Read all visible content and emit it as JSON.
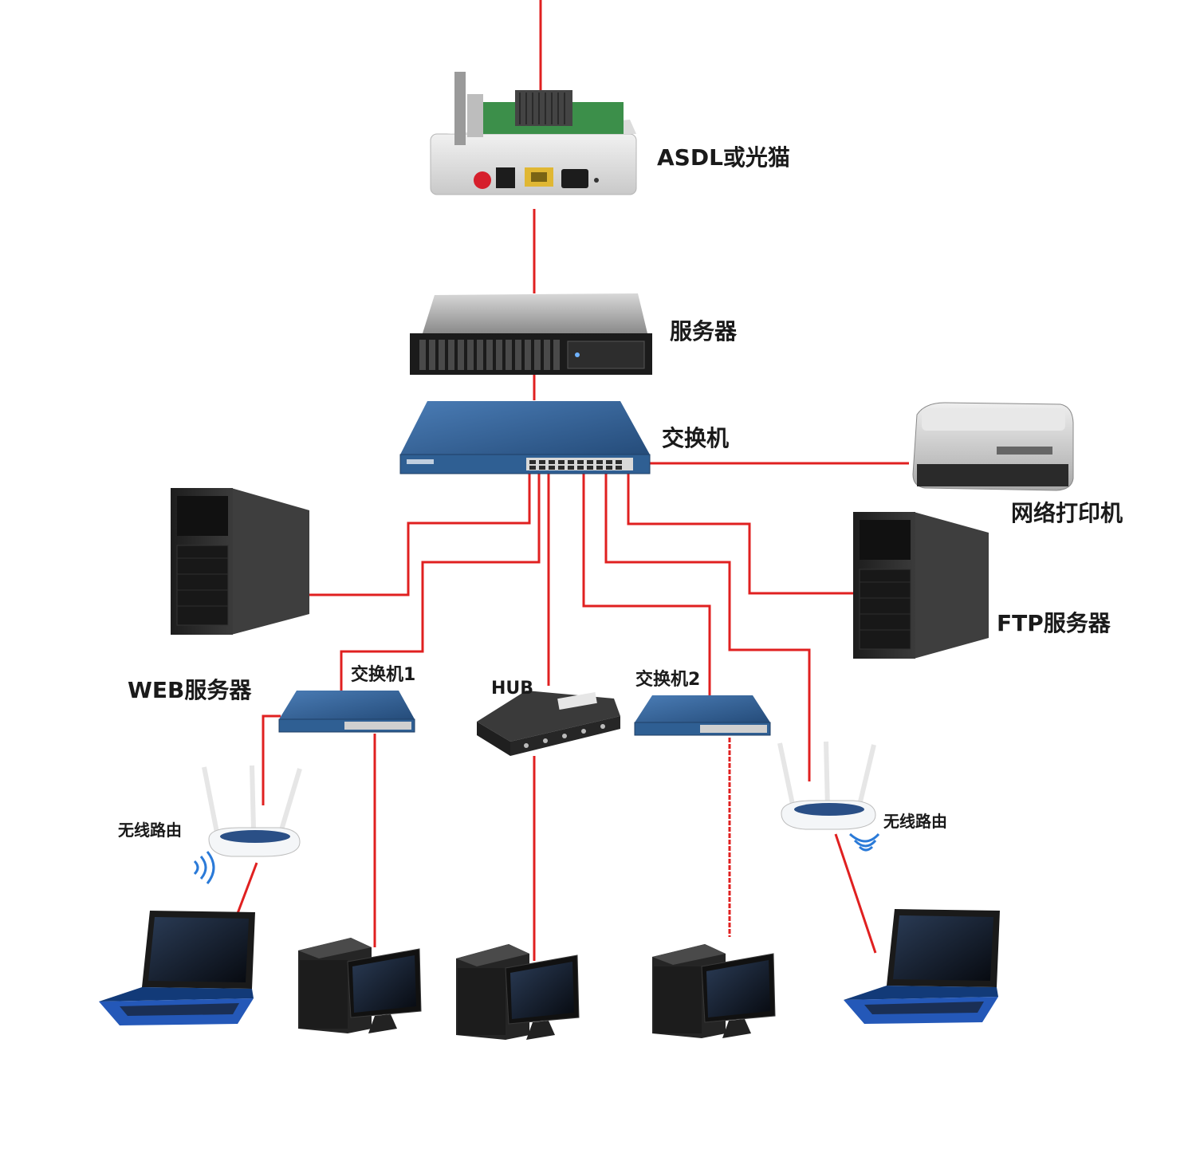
{
  "labels": {
    "modem": "ASDL或光猫",
    "server": "服务器",
    "core_switch": "交换机",
    "network_printer": "网络打印机",
    "ftp_server": "FTP服务器",
    "web_server": "WEB服务器",
    "switch1": "交换机1",
    "hub": "HUB",
    "switch2": "交换机2",
    "wifi_router_left": "无线路由",
    "wifi_router_right": "无线路由"
  },
  "colors": {
    "link": "#e02020",
    "switch_blue": "#2f5f93",
    "device_dark": "#2b2b2b",
    "router_white": "#f4f6f8"
  }
}
